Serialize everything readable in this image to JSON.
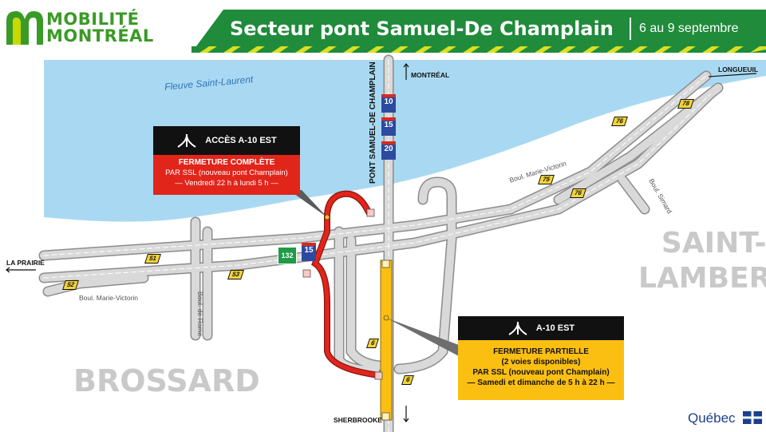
{
  "logo": {
    "line1": "MOBILITÉ",
    "line2": "MONTRÉAL",
    "colors": {
      "green": "#3a9a26",
      "lime": "#c7d900"
    }
  },
  "banner": {
    "title": "Secteur pont Samuel-De Champlain",
    "dates": "6 au 9 septembre",
    "color": "#1f8b3b",
    "stripe_color": "#d9e021"
  },
  "map": {
    "river_label": "Fleuve Saint-Laurent",
    "bridge_label": "PONT SAMUEL-DE CHAMPLAIN",
    "directions": {
      "montreal": "MONTRÉAL",
      "longueuil": "LONGUEUIL",
      "la_prairie": "LA PRAIRIE",
      "sherbrooke": "SHERBROOKE"
    },
    "streets": {
      "marie_victorin_w": "Boul. Marie-Victorin",
      "marie_victorin_e": "Boul. Marie-Victorin",
      "rome": "Boul. de Rome",
      "simard": "Boul. Simard"
    },
    "cities": {
      "brossard": "BROSSARD",
      "saint_lambert_1": "SAINT-",
      "saint_lambert_2": "LAMBERT"
    },
    "highway_shields": {
      "i10": "10",
      "i15_top": "15",
      "i20": "20",
      "i15": "15",
      "r132": "132"
    },
    "exits": {
      "e78": "78",
      "e76a": "76",
      "e75": "75",
      "e76b": "76",
      "e51": "51",
      "e52": "52",
      "e53": "53",
      "e6a": "6",
      "e6b": "6"
    },
    "colors": {
      "river": "#a9d9f2",
      "road": "#d9d9d9",
      "road_edge": "#8c8c8c",
      "closure_full": "#e1251b",
      "closure_partial": "#fbbf12",
      "sign_black": "#111111"
    }
  },
  "callout_full": {
    "heading": "ACCÈS A-10 EST",
    "title": "FERMETURE COMPLÈTE",
    "detail": "PAR SSL (nouveau pont Champlain)",
    "when": "— Vendredi 22 h à lundi 5 h —"
  },
  "callout_partial": {
    "heading": "A-10 EST",
    "title": "FERMETURE PARTIELLE",
    "subtitle": "(2 voies disponibles)",
    "detail": "PAR SSL (nouveau pont Champlain)",
    "when": "— Samedi et dimanche de 5 h à 22 h —"
  },
  "footer": {
    "quebec": "Québec"
  }
}
